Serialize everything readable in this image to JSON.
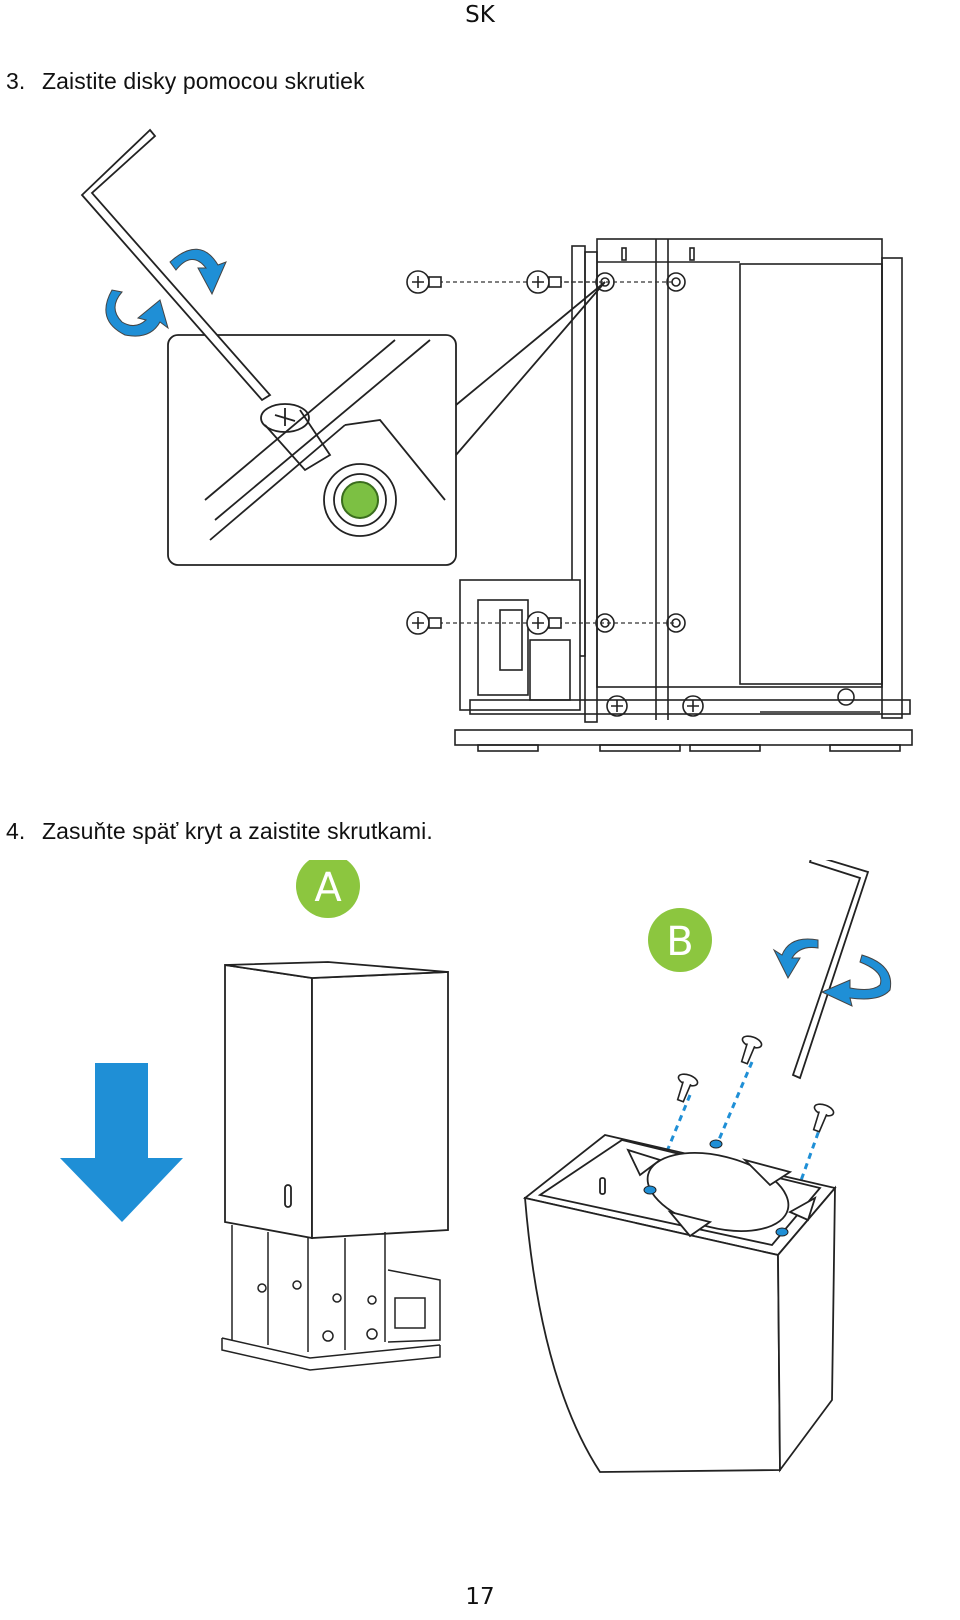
{
  "header": {
    "language_code": "SK"
  },
  "steps": [
    {
      "number": "3.",
      "text": "Zaistite disky pomocou skrutiek"
    },
    {
      "number": "4.",
      "text": "Zasuňte späť kryt a zaistite skrutkami."
    }
  ],
  "figure4": {
    "badge_a": "A",
    "badge_b": "B"
  },
  "colors": {
    "arrow_blue": "#1f8fd6",
    "badge_green": "#8cc63f",
    "screw_green": "#7cc043"
  },
  "icons": [
    "screwdriver-icon",
    "rotate-arrow-icon",
    "screw-icon",
    "down-arrow-icon"
  ],
  "footer": {
    "page_number": "17"
  }
}
